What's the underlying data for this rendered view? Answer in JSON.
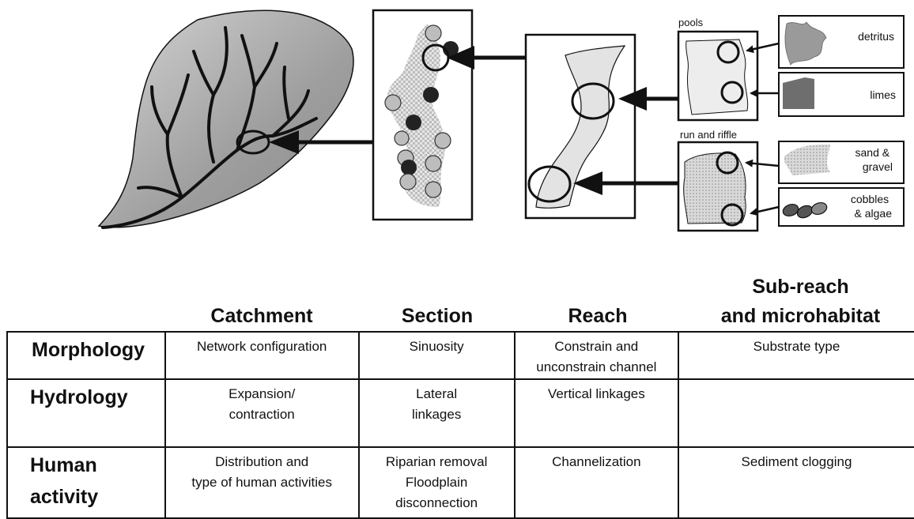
{
  "figure": {
    "box_labels": {
      "pools": "pools",
      "run_riffle": "run and riffle"
    },
    "microhabitats": [
      {
        "label": "detritus"
      },
      {
        "label": "limes"
      },
      {
        "label": "sand &\ngravel"
      },
      {
        "label": "cobbles\n& algae"
      }
    ]
  },
  "table": {
    "columns": [
      "Catchment",
      "Section",
      "Reach",
      "Sub-reach\nand microhabitat"
    ],
    "rows": [
      {
        "label": "Morphology",
        "cells": [
          "Network configuration",
          "Sinuosity",
          "Constrain and\nunconstrain channel",
          "Substrate type"
        ]
      },
      {
        "label": "Hydrology",
        "cells": [
          "Expansion/\ncontraction",
          "Lateral\nlinkages",
          "Vertical linkages",
          ""
        ]
      },
      {
        "label": "Human\nactivity",
        "cells": [
          "Distribution and\ntype of human activities",
          "Riparian removal\nFloodplain\ndisconnection",
          "Channelization",
          "Sediment clogging"
        ]
      }
    ]
  }
}
